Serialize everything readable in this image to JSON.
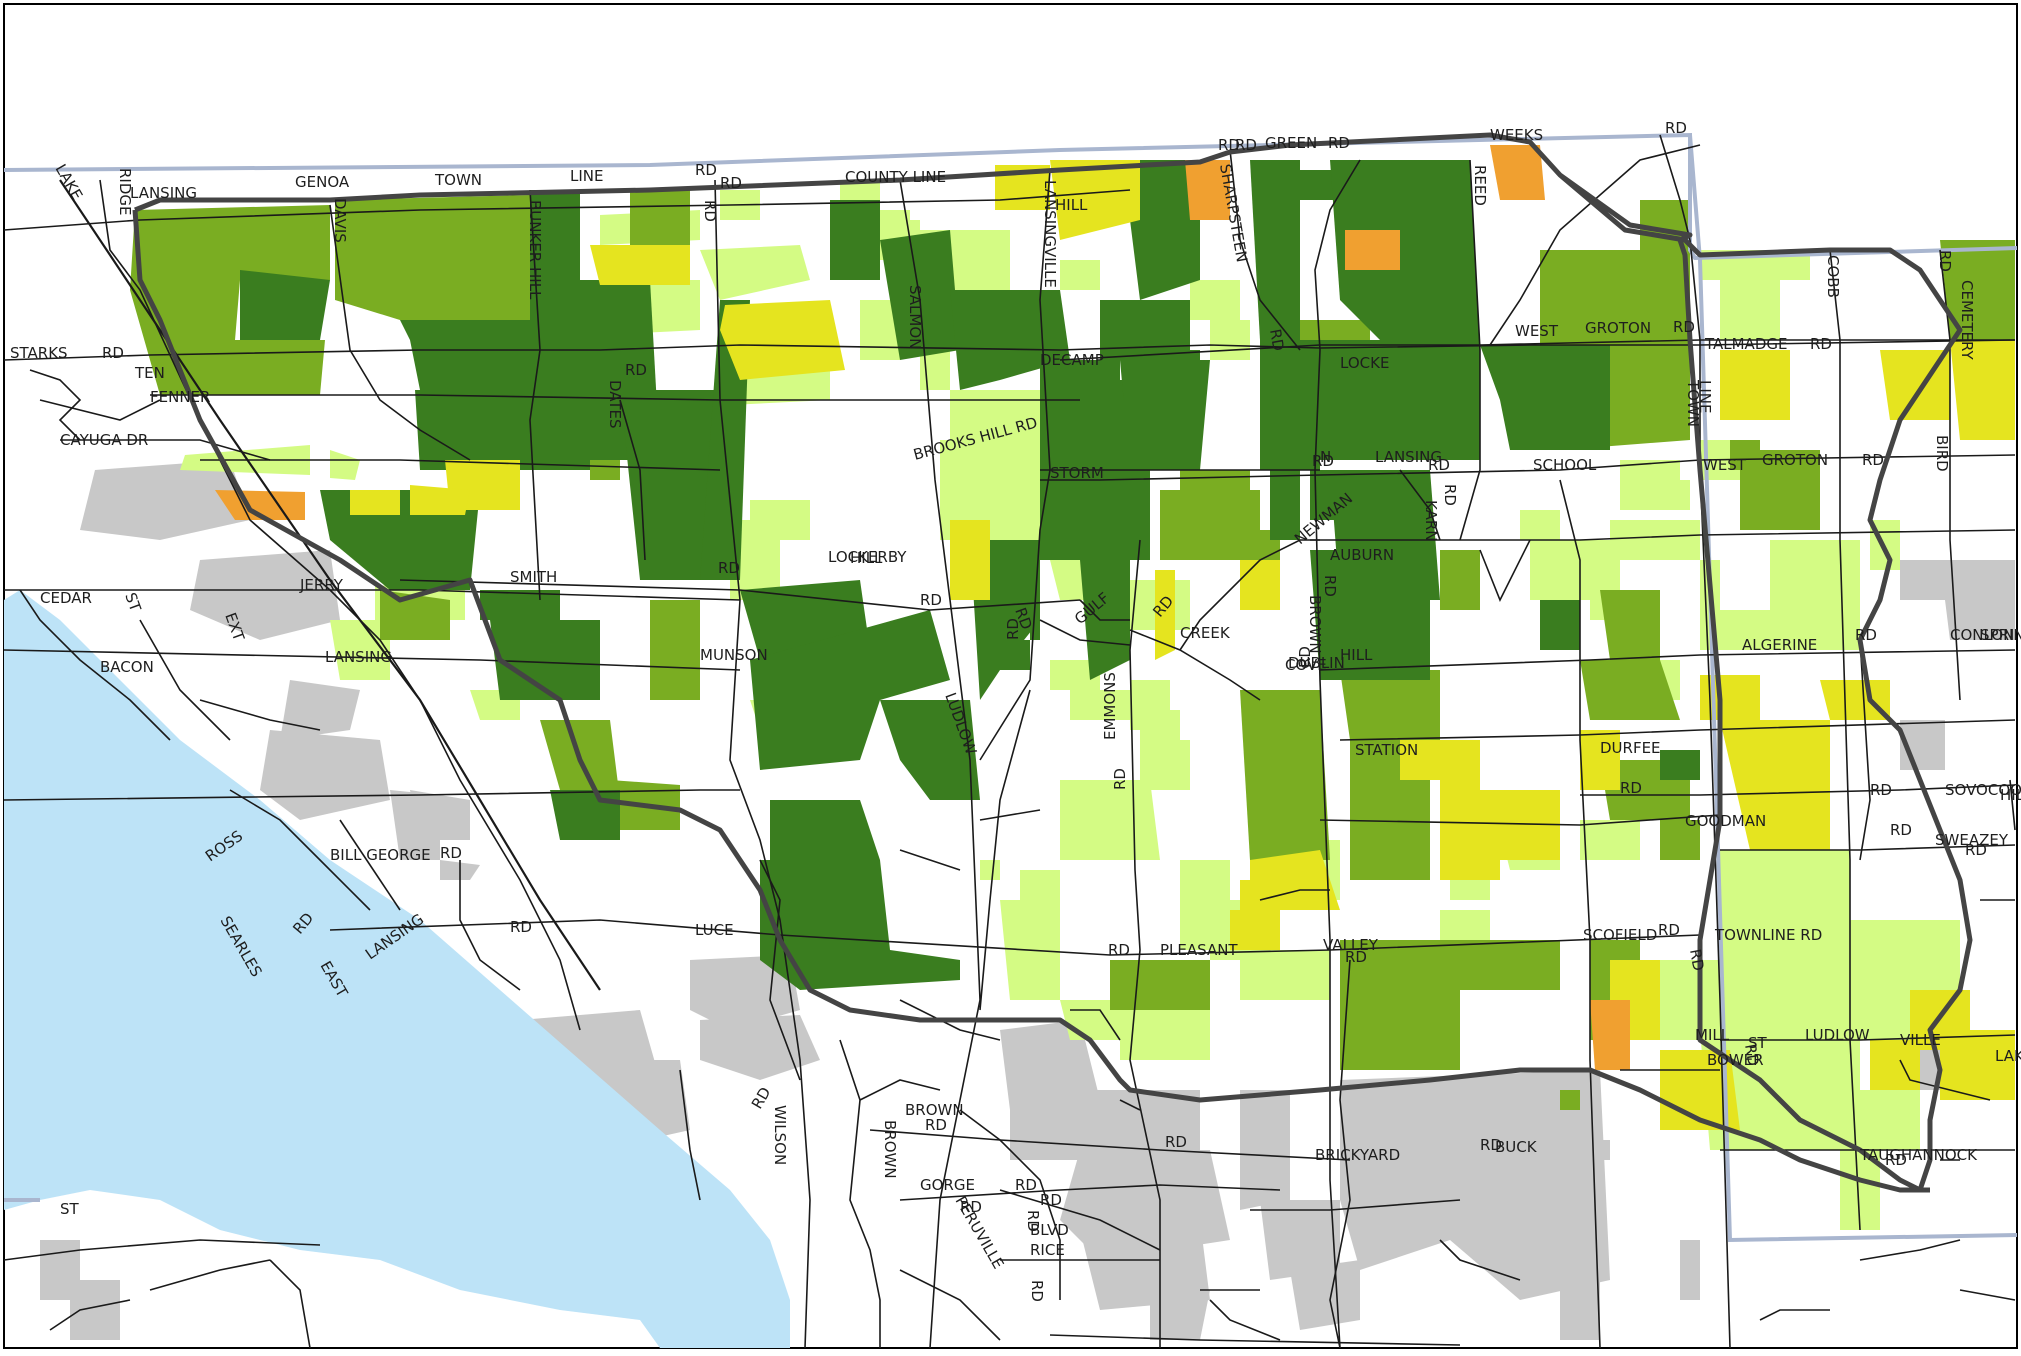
{
  "colors": {
    "water": "#bde3f7",
    "dark_green": "#3a7d1f",
    "mid_green": "#7aad22",
    "light_green": "#d4fb84",
    "yellow": "#e5e41f",
    "orange": "#f0a030",
    "gray": "#c8c8c8",
    "road": "#1a1a1a",
    "boundary": "#a9b6cf",
    "district": "#444444"
  },
  "road_labels": [
    "GENOA",
    "TOWN",
    "LINE",
    "RD",
    "LAKE",
    "RIDGE",
    "LANSING",
    "DAVIS",
    "BUNKER HILL",
    "RD",
    "COUNTY LINE",
    "RD",
    "LANSINGVILLE",
    "HILL",
    "RD",
    "RD",
    "GREEN",
    "RD",
    "WEEKS",
    "RD",
    "REED",
    "SHARPSTEEN",
    "RD",
    "STARKS",
    "RD",
    "TEN",
    "FENNER",
    "SALMON",
    "DECAMP",
    "LOCKE",
    "WEST",
    "GROTON",
    "RD",
    "TALMADGE",
    "RD",
    "COBB",
    "CEMETERY",
    "RD",
    "BIRD",
    "DATES",
    "RD",
    "CAYUGA DR",
    "BROOKS HILL RD",
    "STORM",
    "RD",
    "N",
    "LANSING",
    "RD",
    "KARN",
    "RD",
    "SCHOOL",
    "TOWN",
    "LINE",
    "WEST",
    "GROTON",
    "RD",
    "CEDAR",
    "JERRY",
    "SMITH",
    "RD",
    "LOCKERBY",
    "HILL",
    "RD",
    "NEWMAN",
    "AUBURN",
    "RD",
    "BROWN",
    "HILL",
    "RD",
    "GULF",
    "RD",
    "CREEK",
    "COVE",
    "LUDLOW",
    "ALGERINE",
    "RD",
    "CONLON",
    "SPRING",
    "ST",
    "EXT",
    "BACON",
    "LANSING",
    "STATION",
    "DUBLIN",
    "MUNSON",
    "RD",
    "DURFEE",
    "EMMONS",
    "RD",
    "RD",
    "GOODMAN",
    "RD",
    "SOVOCOOL",
    "HILL",
    "RD",
    "SWEAZEY",
    "RD",
    "BILL GEORGE",
    "RD",
    "ROSS",
    "RD",
    "SEARLES",
    "RD",
    "EAST",
    "LANSING",
    "RD",
    "LUCE",
    "RD",
    "PLEASANT",
    "VALLEY",
    "RD",
    "SCOFIELD",
    "RD",
    "TOWNLINE RD",
    "MILL",
    "ST",
    "LUDLOW",
    "VILLE",
    "LAKEVIEW DR",
    "RD",
    "BOWER",
    "RD",
    "BROWN",
    "RD",
    "BROWN",
    "RD",
    "WILSON",
    "RD",
    "BRICKYARD",
    "RD",
    "BUCK",
    "TAUGHANNOCK",
    "RD",
    "GORGE",
    "RD",
    "BLVD",
    "RICE",
    "RD",
    "PERUVILLE",
    "RD",
    "RD",
    "RD",
    "ST"
  ]
}
